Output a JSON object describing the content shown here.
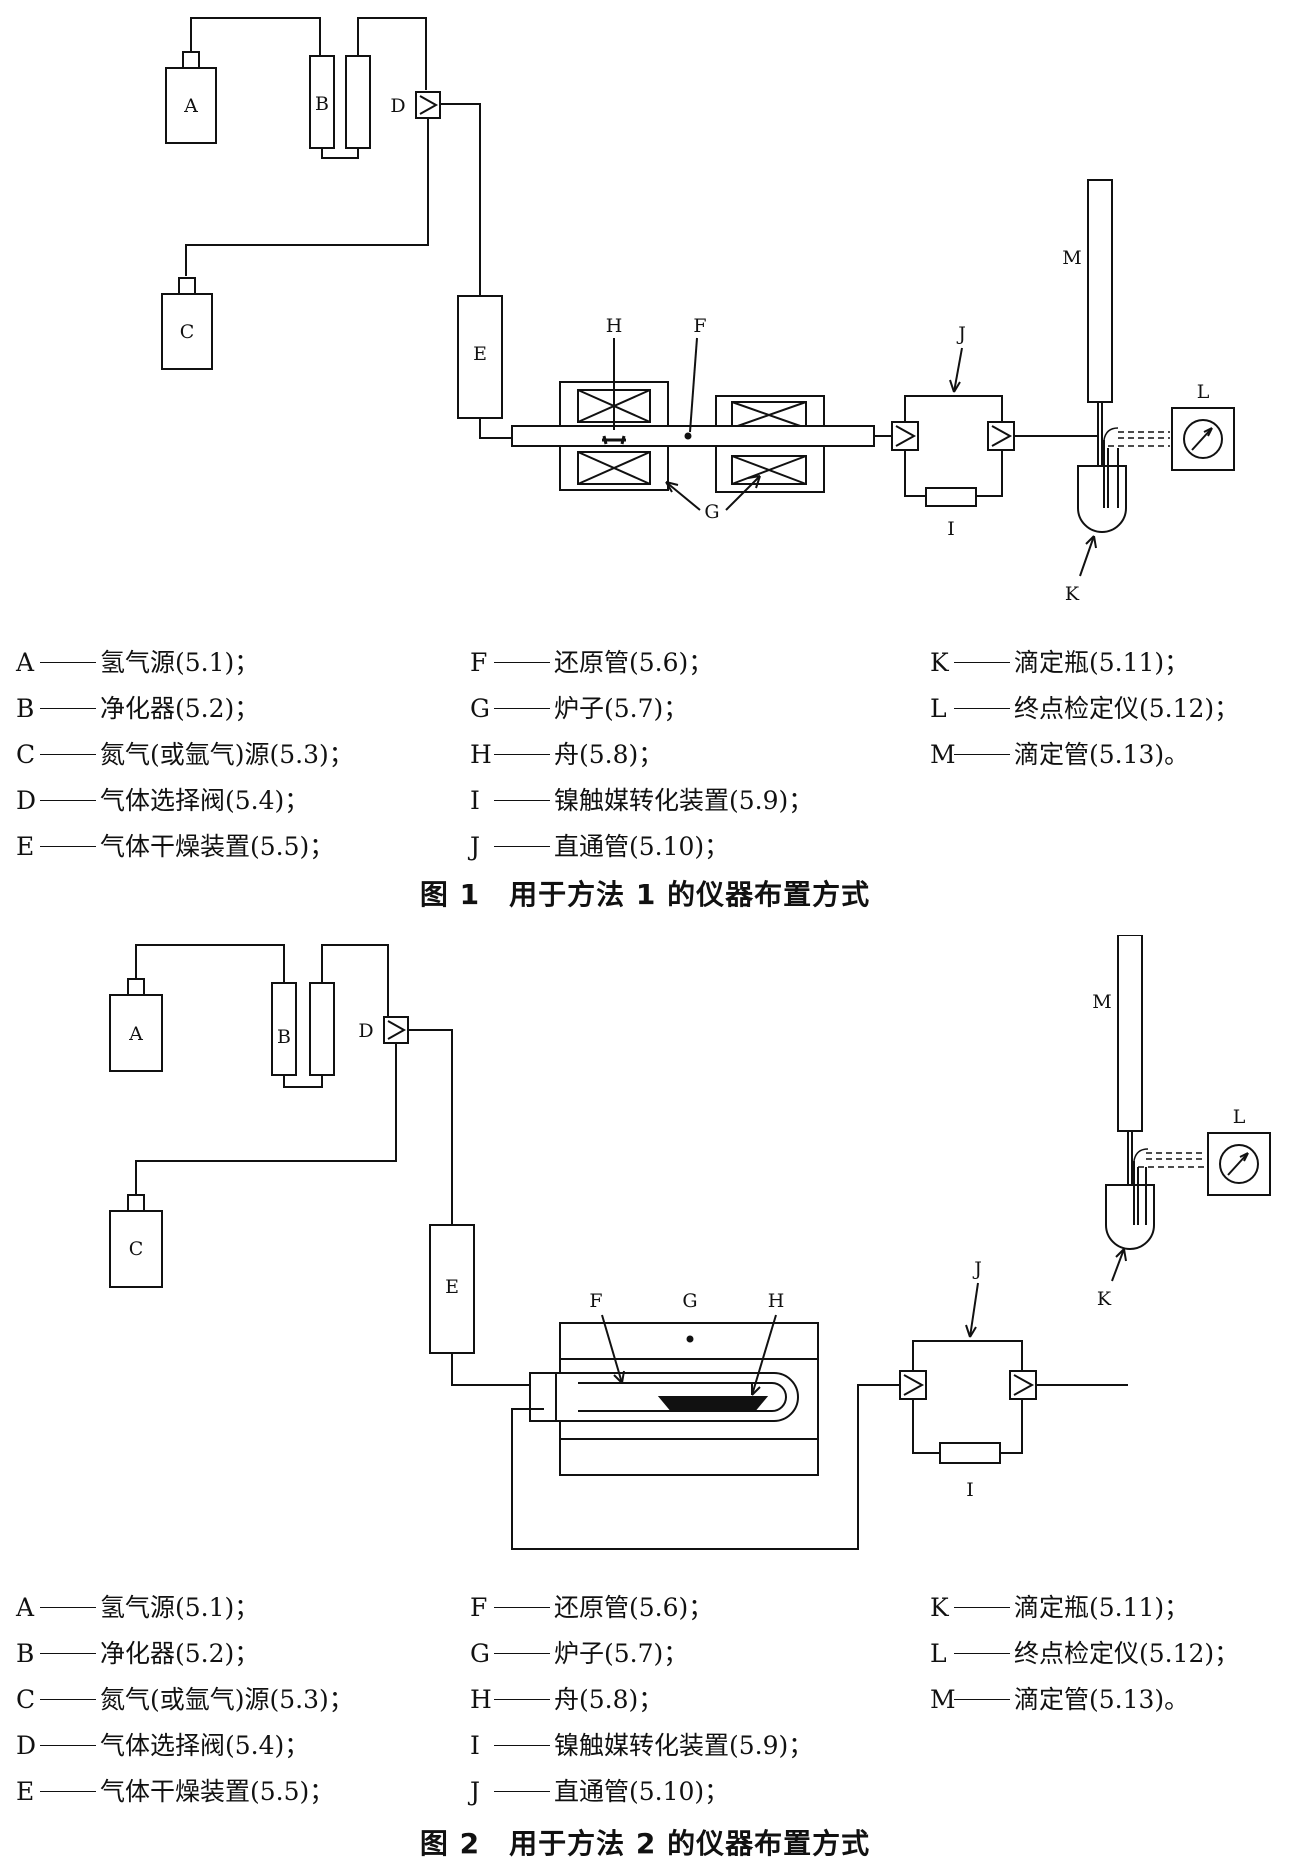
{
  "figure1": {
    "labels": {
      "A": "A",
      "B": "B",
      "C": "C",
      "D": "D",
      "E": "E",
      "F": "F",
      "G": "G",
      "H": "H",
      "I": "I",
      "J": "J",
      "K": "K",
      "L": "L",
      "M": "M"
    },
    "legend": [
      [
        {
          "letter": "A",
          "text": "氢气源(5.1)；"
        },
        {
          "letter": "B",
          "text": "净化器(5.2)；"
        },
        {
          "letter": "C",
          "text": "氮气(或氩气)源(5.3)；"
        },
        {
          "letter": "D",
          "text": "气体选择阀(5.4)；"
        },
        {
          "letter": "E",
          "text": "气体干燥装置(5.5)；"
        }
      ],
      [
        {
          "letter": "F",
          "text": "还原管(5.6)；"
        },
        {
          "letter": "G",
          "text": "炉子(5.7)；"
        },
        {
          "letter": "H",
          "text": "舟(5.8)；"
        },
        {
          "letter": "I",
          "text": "镍触媒转化装置(5.9)；"
        },
        {
          "letter": "J",
          "text": "直通管(5.10)；"
        }
      ],
      [
        {
          "letter": "K",
          "text": "滴定瓶(5.11)；"
        },
        {
          "letter": "L",
          "text": "终点检定仪(5.12)；"
        },
        {
          "letter": "M",
          "text": "滴定管(5.13)。"
        }
      ]
    ],
    "caption": "图 1　用于方法 1 的仪器布置方式"
  },
  "figure2": {
    "labels": {
      "A": "A",
      "B": "B",
      "C": "C",
      "D": "D",
      "E": "E",
      "F": "F",
      "G": "G",
      "H": "H",
      "I": "I",
      "J": "J",
      "K": "K",
      "L": "L",
      "M": "M"
    },
    "legend": [
      [
        {
          "letter": "A",
          "text": "氢气源(5.1)；"
        },
        {
          "letter": "B",
          "text": "净化器(5.2)；"
        },
        {
          "letter": "C",
          "text": "氮气(或氩气)源(5.3)；"
        },
        {
          "letter": "D",
          "text": "气体选择阀(5.4)；"
        },
        {
          "letter": "E",
          "text": "气体干燥装置(5.5)；"
        }
      ],
      [
        {
          "letter": "F",
          "text": "还原管(5.6)；"
        },
        {
          "letter": "G",
          "text": "炉子(5.7)；"
        },
        {
          "letter": "H",
          "text": "舟(5.8)；"
        },
        {
          "letter": "I",
          "text": "镍触媒转化装置(5.9)；"
        },
        {
          "letter": "J",
          "text": "直通管(5.10)；"
        }
      ],
      [
        {
          "letter": "K",
          "text": "滴定瓶(5.11)；"
        },
        {
          "letter": "L",
          "text": "终点检定仪(5.12)；"
        },
        {
          "letter": "M",
          "text": "滴定管(5.13)。"
        }
      ]
    ],
    "caption": "图 2　用于方法 2 的仪器布置方式"
  }
}
